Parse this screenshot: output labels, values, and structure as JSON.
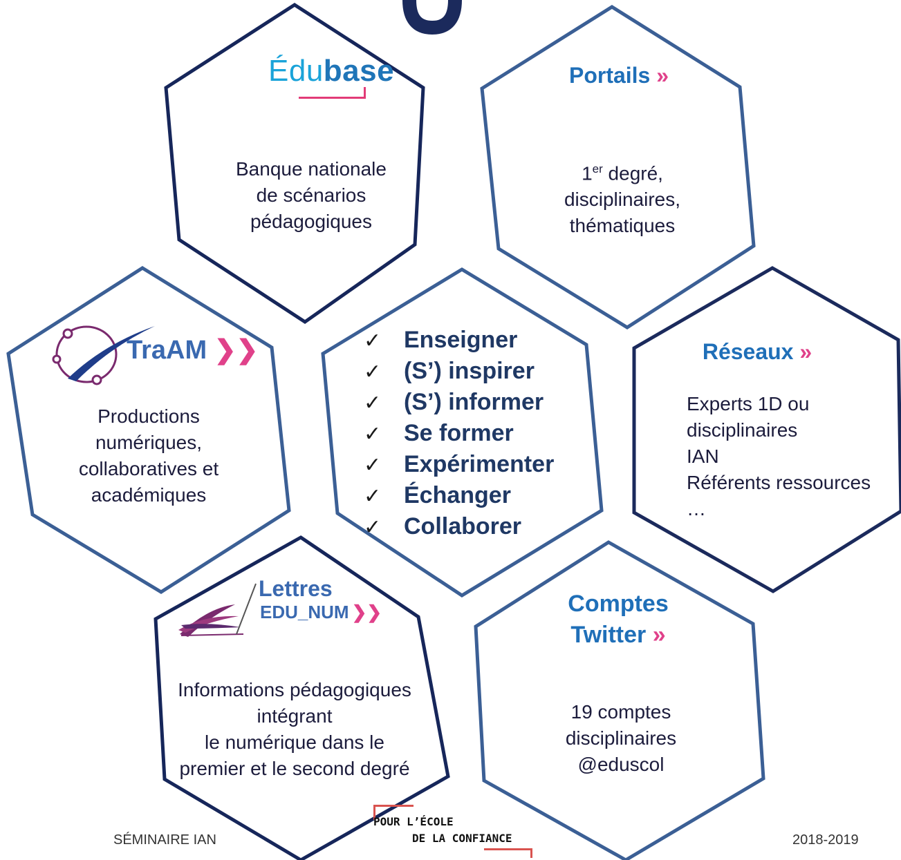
{
  "hexagons": {
    "edubase": {
      "logo_prefix": "Édu",
      "logo_bold": "base",
      "body": [
        "Banque nationale",
        "de scénarios",
        "pédagogiques"
      ]
    },
    "portails": {
      "title": "Portails",
      "chevron": "»",
      "body_sup_base": "1",
      "body_sup": "er",
      "body_first_rest": " degré,",
      "body": [
        "disciplinaires,",
        "thématiques"
      ]
    },
    "traam": {
      "logo_text": "TraAM",
      "logo_chevron": "❯❯",
      "body": [
        "Productions",
        "numériques,",
        "collaboratives et",
        "académiques"
      ]
    },
    "center": {
      "items": [
        "Enseigner",
        "(S’) inspirer",
        "(S’) informer",
        "Se former",
        "Expérimenter",
        "Échanger",
        "Collaborer"
      ],
      "check": "✓"
    },
    "reseaux": {
      "title": "Réseaux",
      "chevron": "»",
      "body": [
        "Experts 1D ou",
        "disciplinaires",
        "IAN",
        "Référents ressources",
        "…"
      ]
    },
    "lettres": {
      "logo_line1": "Lettres",
      "logo_line2": "EDU_NUM",
      "logo_chevron": "❯❯",
      "body": [
        "Informations pédagogiques",
        "intégrant",
        "le numérique dans le",
        "premier et le second degré"
      ]
    },
    "twitter": {
      "title_line1": "Comptes",
      "title_line2": "Twitter",
      "chevron": "»",
      "body": [
        "19 comptes",
        "disciplinaires",
        "@eduscol"
      ]
    }
  },
  "footer": {
    "left": "SÉMINAIRE IAN",
    "brand_line1": "POUR L’ÉCOLE",
    "brand_line2": "DE LA CONFIANCE",
    "right": "2018-2019"
  },
  "colors": {
    "hex_border_dark": "#1b2a5c",
    "hex_border_light": "#3b5f95",
    "link_blue": "#1f6fb8",
    "accent_pink": "#e0418a"
  }
}
